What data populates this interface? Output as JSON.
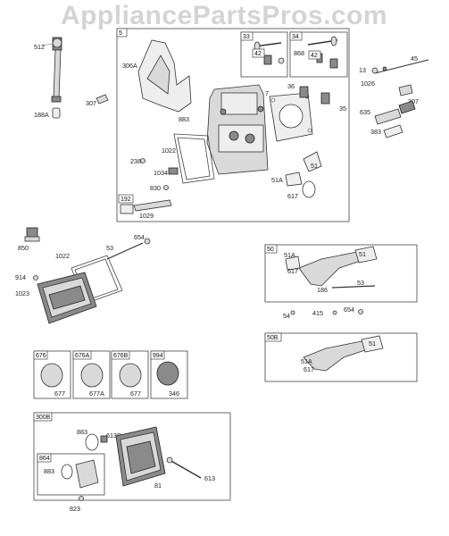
{
  "watermark": "AppliancePartsPros.com",
  "box_tags": {
    "b5": "5",
    "b33": "33",
    "b34": "34",
    "b42a": "42",
    "b42b": "42",
    "b192": "192",
    "b50": "50",
    "b50b": "50B",
    "b676": "676",
    "b676a": "676A",
    "b676b": "676B",
    "b994": "994",
    "b300b": "300B",
    "b864": "864"
  },
  "labels": {
    "l512": "512",
    "l188a": "188A",
    "l307a": "307",
    "l306a": "306A",
    "l883a": "883",
    "l7": "7",
    "l36": "36",
    "l35": "35",
    "l868": "868",
    "l1022a": "1022",
    "l238": "238",
    "l1034": "1034",
    "l830": "830",
    "l1029": "1029",
    "l51a": "51",
    "l51aa": "51A",
    "l617a": "617",
    "l13": "13",
    "l45": "45",
    "l1026": "1026",
    "l307b": "307",
    "l635": "635",
    "l383": "383",
    "l850": "850",
    "l1022b": "1022",
    "l53a": "53",
    "l654a": "654",
    "l914": "914",
    "l1023": "1023",
    "l51b": "51",
    "l51ab": "51A",
    "l617b": "617",
    "l186": "186",
    "l53b": "53",
    "l54": "54",
    "l415": "415",
    "l654b": "654",
    "l51c": "51",
    "l51ac": "51A",
    "l617c": "617",
    "l677a": "677",
    "l677aa": "677A",
    "l677b": "677",
    "l346": "346",
    "l883b": "883",
    "l613b": "613B",
    "l883c": "883",
    "l81": "81",
    "l613": "613",
    "l823": "823"
  }
}
